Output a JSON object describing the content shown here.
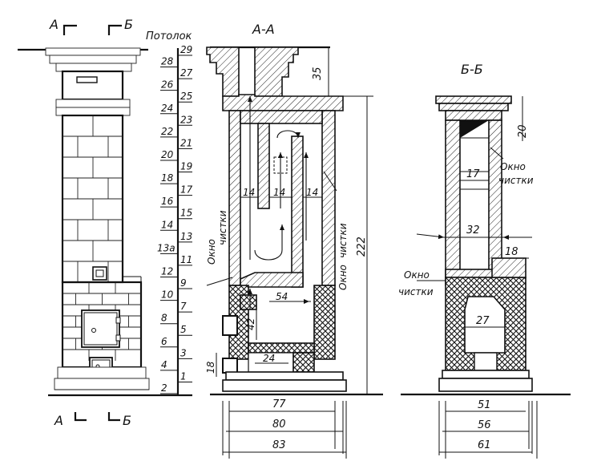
{
  "section_labels": {
    "aa": "А-А",
    "bb": "Б-Б",
    "a_top": "А",
    "b_top": "Б",
    "a_bottom": "А",
    "b_bottom": "Б"
  },
  "ceiling_label": "Потолок",
  "courses_left": [
    "28",
    "26",
    "24",
    "22",
    "20",
    "18",
    "16",
    "14",
    "13а",
    "12",
    "10",
    "8",
    "6",
    "4",
    "2"
  ],
  "courses_right": [
    "29",
    "27",
    "25",
    "23",
    "21",
    "19",
    "17",
    "15",
    "13",
    "11",
    "9",
    "7",
    "5",
    "3",
    "1"
  ],
  "cleanout_label_1": "Окно",
  "cleanout_label_2": "чистки",
  "dims_aa": {
    "d35": "35",
    "d222": "222",
    "d14a": "14",
    "d14b": "14",
    "d14c": "14",
    "d54": "54",
    "d42": "42",
    "d24": "24",
    "d18": "18",
    "d77": "77",
    "d80": "80",
    "d83": "83"
  },
  "dims_bb": {
    "d20": "20",
    "d17": "17",
    "d32": "32",
    "d18": "18",
    "d27": "27",
    "d51": "51",
    "d56": "56",
    "d61": "61"
  }
}
